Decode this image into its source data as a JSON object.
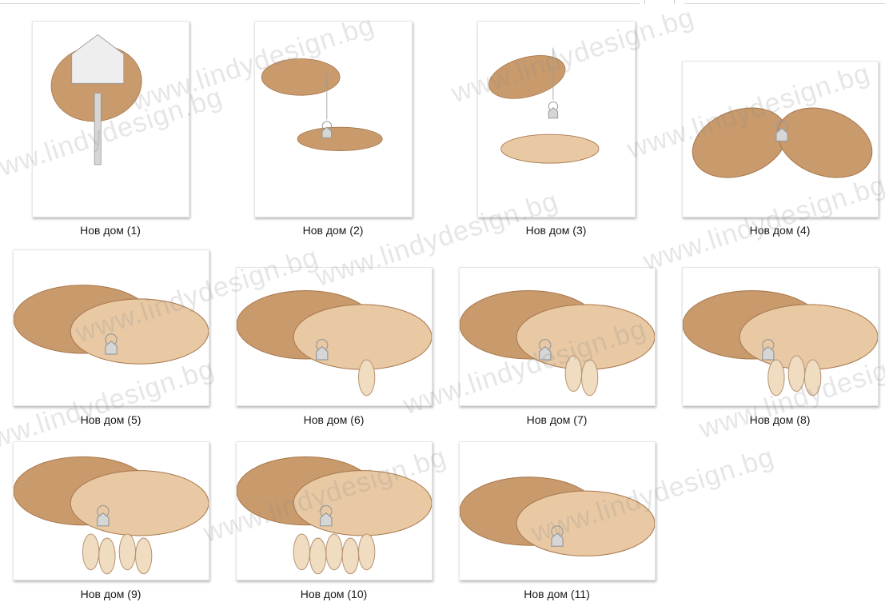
{
  "colors": {
    "skin_dark": "#c89a6c",
    "skin_light": "#e8c9a4",
    "metal": "#d6d6d6",
    "label_text": "#1a1a1a"
  },
  "files": [
    {
      "name": "Нов дом (1)",
      "art": "house-in-hand"
    },
    {
      "name": "Нов дом (2)",
      "art": "key-drop"
    },
    {
      "name": "Нов дом (3)",
      "art": "key-handover"
    },
    {
      "name": "Нов дом (4)",
      "art": "heart-hands"
    },
    {
      "name": "Нов дом (5)",
      "art": "handshake-key"
    },
    {
      "name": "Нов дом (6)",
      "art": "handshake-one-child"
    },
    {
      "name": "Нов дом (7)",
      "art": "handshake-two-children"
    },
    {
      "name": "Нов дом (8)",
      "art": "handshake-three-children"
    },
    {
      "name": "Нов дом (9)",
      "art": "handshake-four-children"
    },
    {
      "name": "Нов дом (10)",
      "art": "handshake-five-children"
    },
    {
      "name": "Нов дом (11)",
      "art": "handshake-key"
    }
  ],
  "watermark": "www.lindydesign.bg"
}
